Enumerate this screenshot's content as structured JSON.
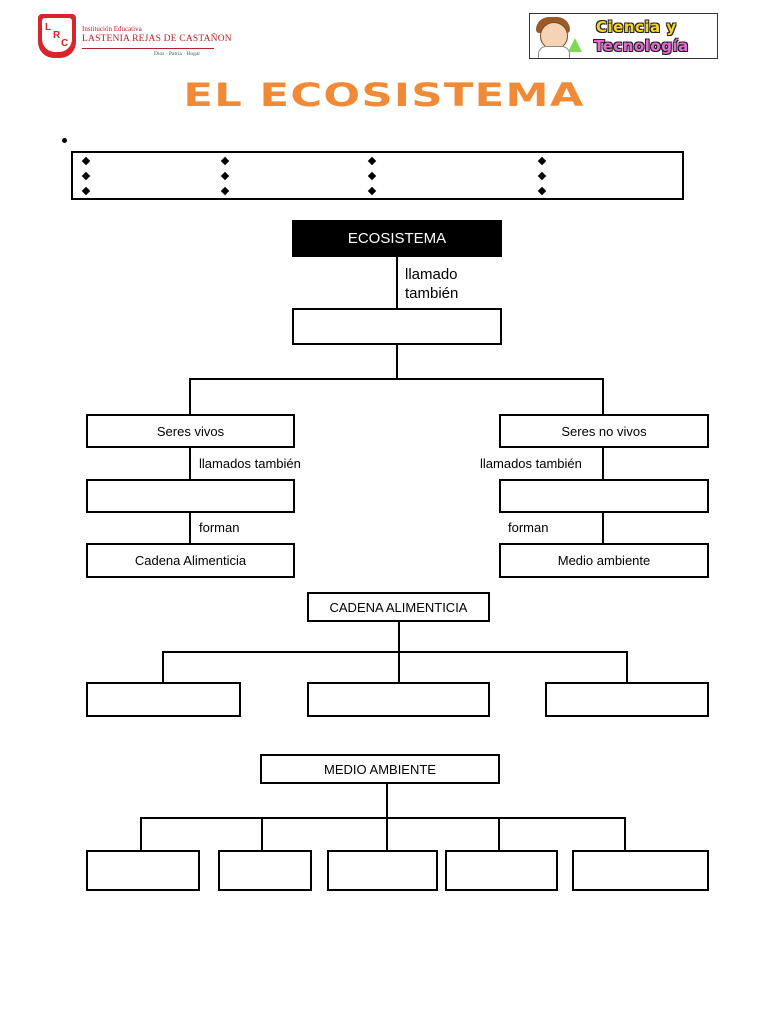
{
  "header": {
    "institution_small": "Institución Educativa",
    "institution_name": "LASTENIA REJAS DE CASTAÑON",
    "institution_motto": "Dios · Patria · Hogar",
    "crest_letters": {
      "l": "L",
      "r": "R",
      "c": "C"
    },
    "course_line1": "Ciencia y",
    "course_line2": "Tecnología",
    "title": "EL ECOSISTEMA",
    "title_color": "#f08a36",
    "accent_red": "#d7262b"
  },
  "diagram": {
    "root": "ECOSISTEMA",
    "root_connector": "llamado también",
    "root_connector_line1": "llamado",
    "root_connector_line2": "también",
    "left_node": "Seres vivos",
    "right_node": "Seres no vivos",
    "left_connector1": "llamados también",
    "right_connector1": "llamados también",
    "left_connector2": "forman",
    "right_connector2": "forman",
    "left_bottom": "Cadena Alimenticia",
    "right_bottom": "Medio ambiente",
    "section2_title": "CADENA ALIMENTICIA",
    "section3_title": "MEDIO AMBIENTE"
  },
  "icons": {
    "bullet": "bullet-dot-icon",
    "diamond": "diamond-bullet-icon"
  }
}
